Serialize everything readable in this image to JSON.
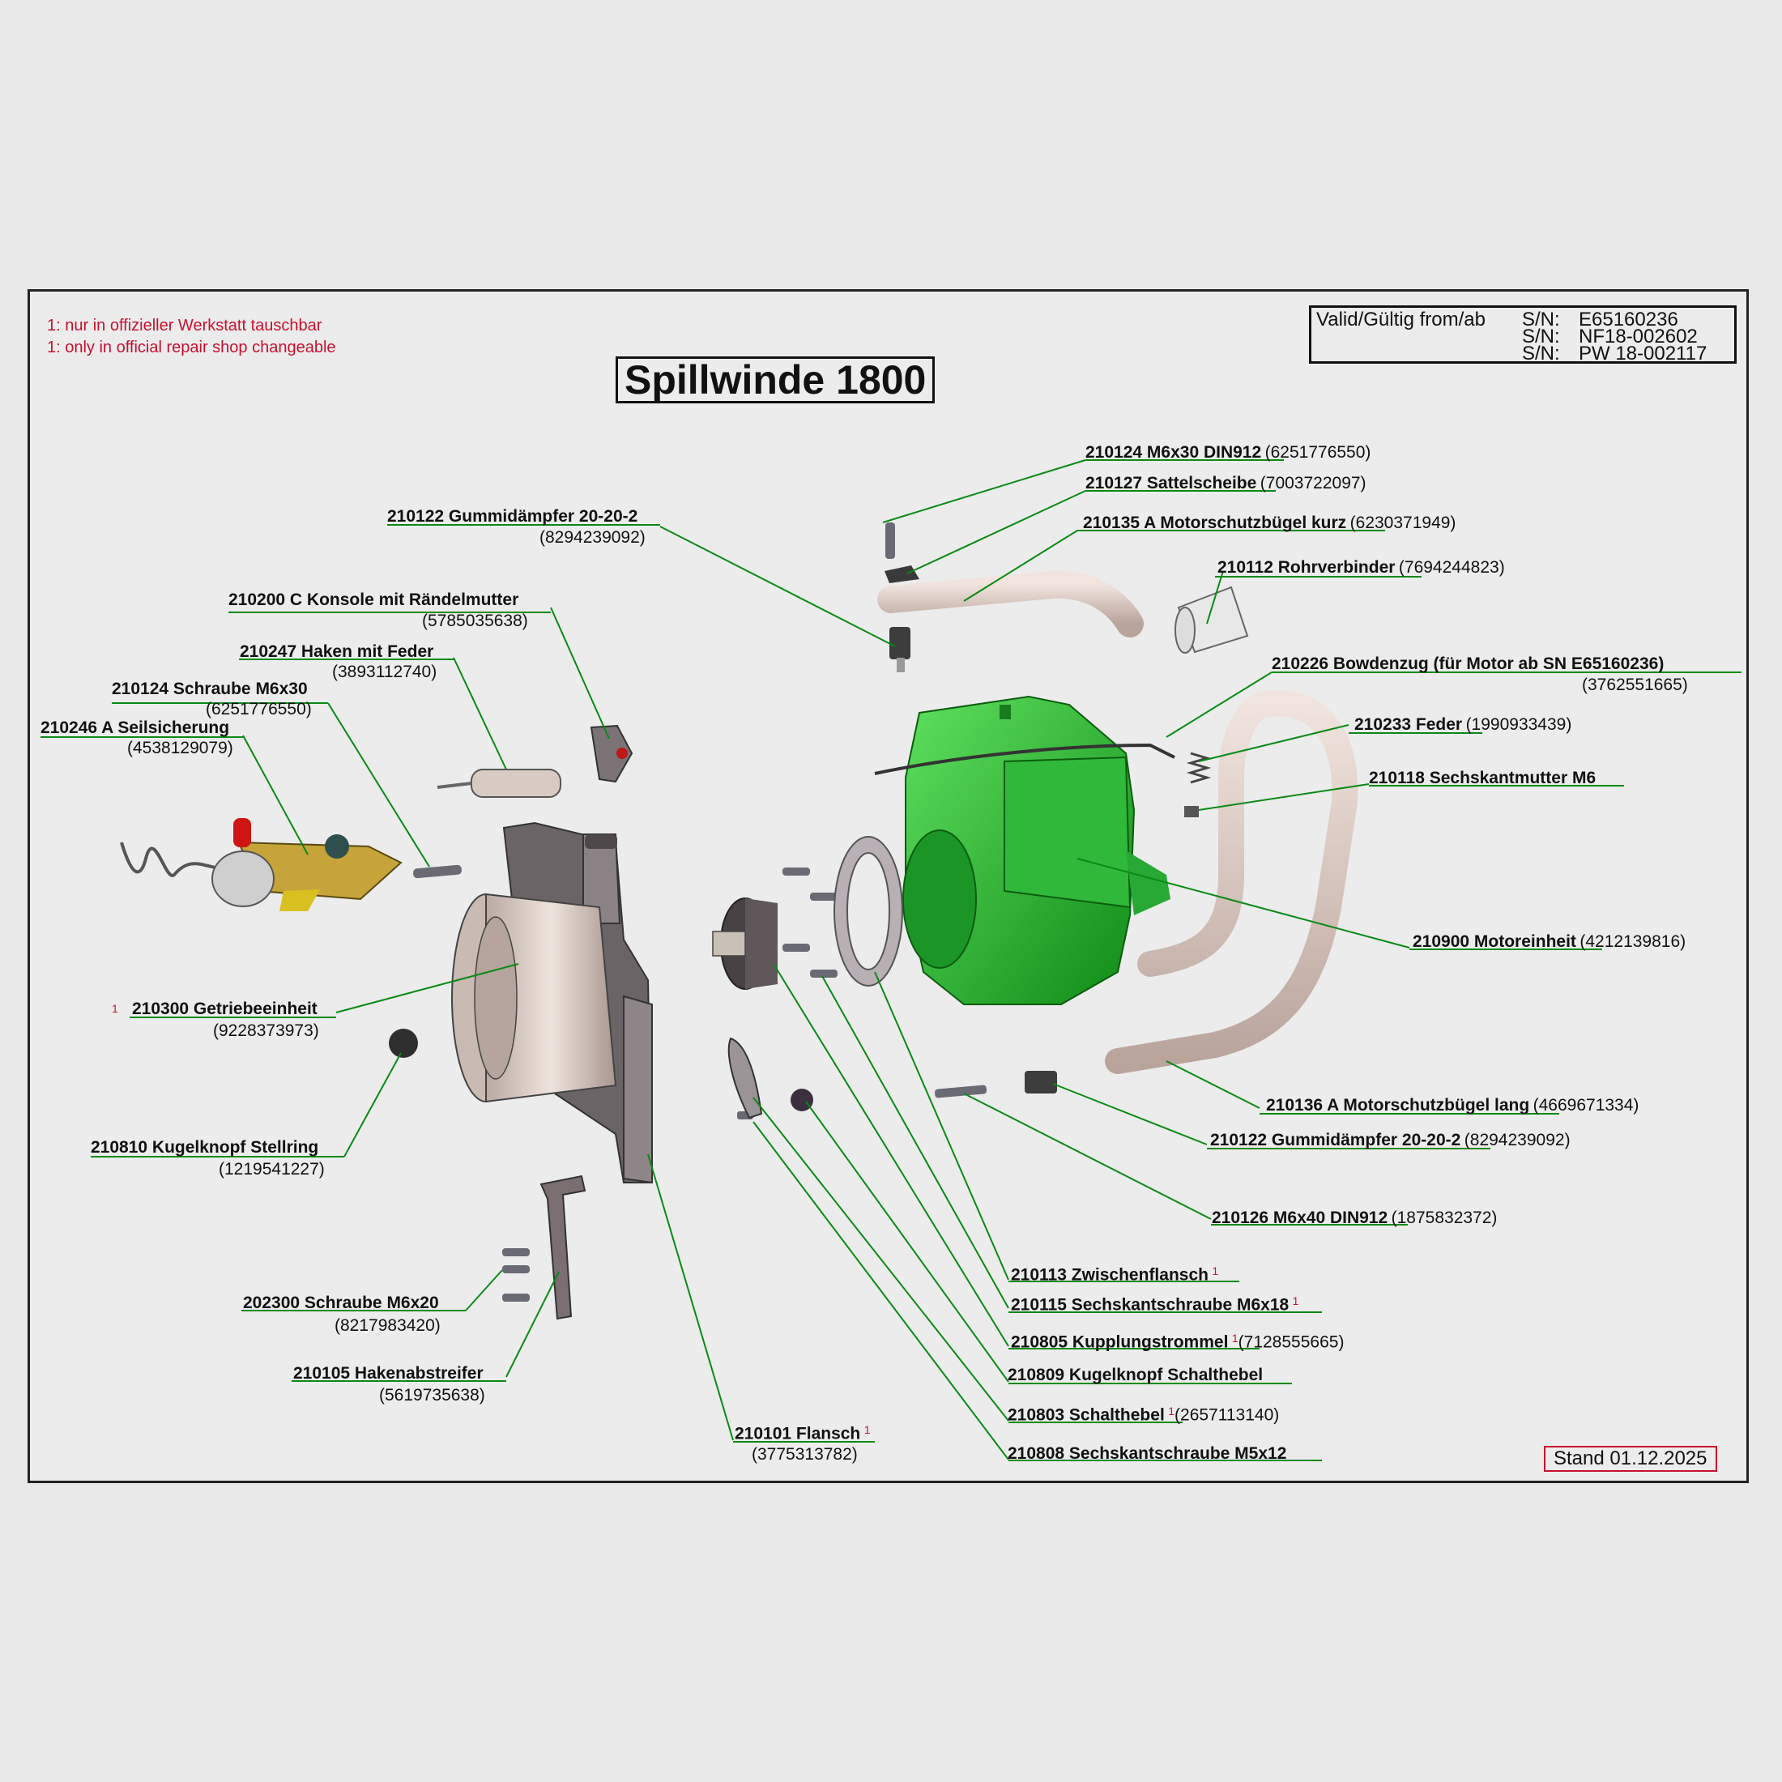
{
  "title": "Spillwinde 1800",
  "notes": [
    "1: nur in offizieller Werkstatt tauschbar",
    "1: only in official repair shop changeable"
  ],
  "validity": {
    "label": "Valid/Gültig from/ab",
    "serials": [
      {
        "prefix": "S/N:",
        "value": "E65160236"
      },
      {
        "prefix": "S/N:",
        "value": "NF18-002602"
      },
      {
        "prefix": "S/N:",
        "value": "PW 18-002117"
      }
    ]
  },
  "stand": "Stand 01.12.2025",
  "footnote_mark": "1",
  "parts": [
    {
      "number": "210124 M6x30 DIN912",
      "code": "(6251776550)"
    },
    {
      "number": "210127 Sattelscheibe",
      "code": "(7003722097)"
    },
    {
      "number": "210135 A Motorschutzbügel kurz",
      "code": "(6230371949)"
    },
    {
      "number": "210112 Rohrverbinder",
      "code": "(7694244823)"
    },
    {
      "number": "210226 Bowdenzug (für Motor ab  SN E65160236)",
      "code": "(3762551665)"
    },
    {
      "number": "210233 Feder",
      "code": "(1990933439)"
    },
    {
      "number": "210118 Sechskantmutter M6",
      "code": ""
    },
    {
      "number": "210900 Motoreinheit",
      "code": "(4212139816)"
    },
    {
      "number": "210136 A Motorschutzbügel lang",
      "code": "(4669671334)"
    },
    {
      "number": "210122 Gummidämpfer 20-20-2",
      "code": "(8294239092)"
    },
    {
      "number": "210126 M6x40 DIN912",
      "code": "(1875832372)"
    },
    {
      "number": "210113 Zwischenflansch",
      "code": ""
    },
    {
      "number": "210115 Sechskantschraube M6x18",
      "code": ""
    },
    {
      "number": "210805 Kupplungstrommel",
      "code": "(7128555665)"
    },
    {
      "number": "210809 Kugelknopf Schalthebel",
      "code": ""
    },
    {
      "number": "210803 Schalthebel",
      "code": "(2657113140)"
    },
    {
      "number": "210808 Sechskantschraube M5x12",
      "code": ""
    },
    {
      "number": "210122 Gummidämpfer 20-20-2",
      "code": "(8294239092)"
    },
    {
      "number": "210200 C Konsole mit Rändelmutter",
      "code": "(5785035638)"
    },
    {
      "number": "210247 Haken mit Feder",
      "code": "(3893112740)"
    },
    {
      "number": "210124 Schraube M6x30",
      "code": "(6251776550)"
    },
    {
      "number": "210246 A Seilsicherung",
      "code": "(4538129079)"
    },
    {
      "number": "210300 Getriebeeinheit",
      "code": "(9228373973)"
    },
    {
      "number": "210810 Kugelknopf Stellring",
      "code": "(1219541227)"
    },
    {
      "number": "202300 Schraube M6x20",
      "code": "(8217983420)"
    },
    {
      "number": "210105 Hakenabstreifer",
      "code": "(5619735638)"
    },
    {
      "number": "210101 Flansch",
      "code": "(3775313782)"
    }
  ]
}
